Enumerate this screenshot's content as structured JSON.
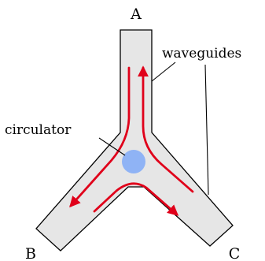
{
  "labels": {
    "port_a": "A",
    "port_b": "B",
    "port_c": "C",
    "waveguides": "waveguides",
    "circulator": "circulator"
  },
  "colors": {
    "waveguide_fill": "#e6e6e6",
    "waveguide_stroke": "#000000",
    "arrow": "#e0001a",
    "circulator": "#8fb3f5",
    "leader": "#000000"
  }
}
